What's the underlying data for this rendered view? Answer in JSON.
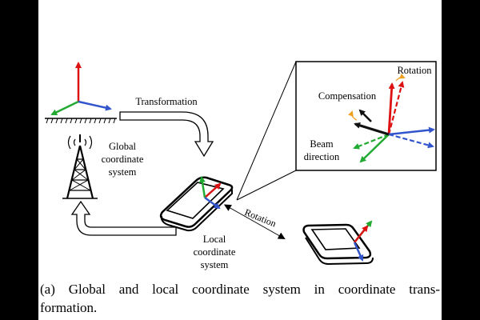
{
  "labels": {
    "transformation": "Transformation",
    "global_1": "Global",
    "global_2": "coordinate",
    "global_3": "system",
    "local_1": "Local",
    "local_2": "coordinate",
    "local_3": "system",
    "rotation_arrow": "Rotation",
    "inset_rotation": "Rotation",
    "inset_compensation": "Compensation",
    "inset_beam_1": "Beam",
    "inset_beam_2": "direction"
  },
  "caption": {
    "line1": "(a) Global and local coordinate system in coordinate trans-",
    "line2": "formation."
  },
  "colors": {
    "x_axis": "#3355cc",
    "y_axis": "#22aa33",
    "z_axis": "#dd1111",
    "compensation": "#111111",
    "rotation_marker": "#f0a020"
  }
}
